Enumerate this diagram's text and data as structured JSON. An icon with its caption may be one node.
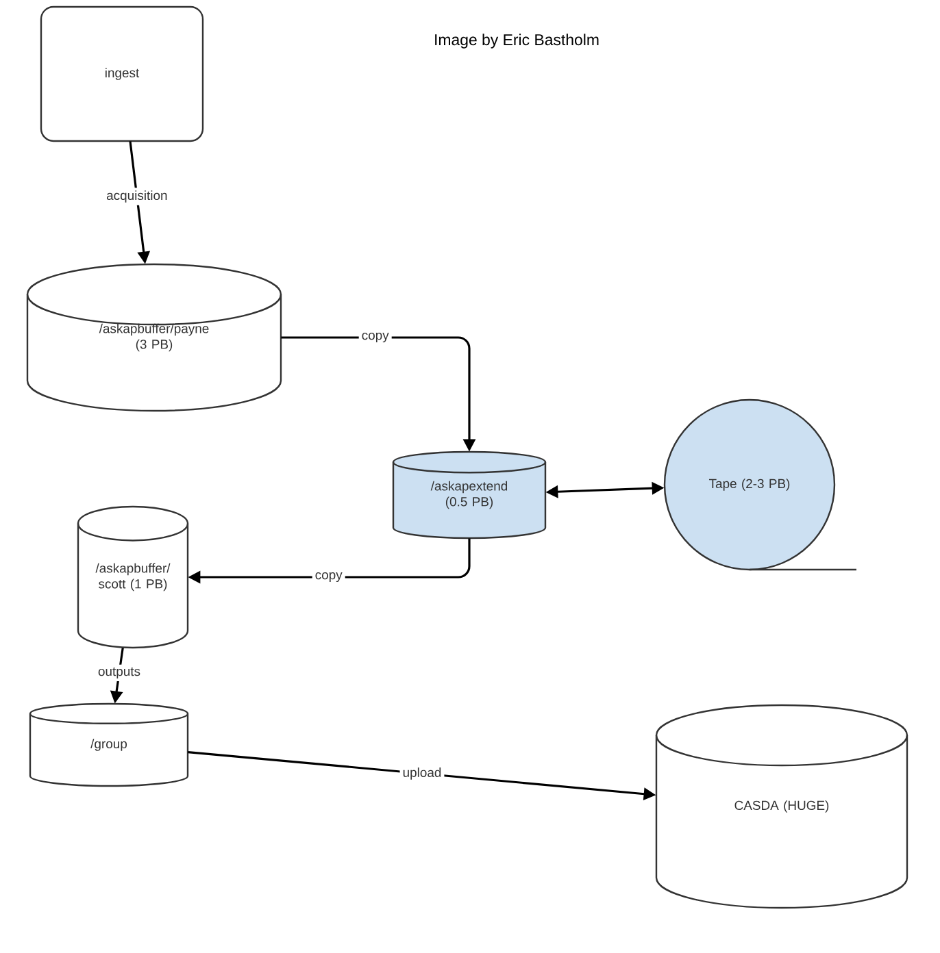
{
  "diagram": {
    "nodes": [
      {
        "text": [
          "ingest"
        ]
      },
      {
        "text": [
          "/askapbuffer/payne (3 PB)"
        ]
      },
      {
        "text": [
          "/askapextend (0.5 PB)"
        ]
      },
      {
        "text": [
          "Tape (2-3 PB)"
        ]
      },
      {
        "text": [
          "/askapbuffer/ scott (1 PB)"
        ]
      },
      {
        "text": [
          "/group"
        ]
      },
      {
        "text": [
          "CASDA (HUGE)"
        ]
      }
    ],
    "edges": [
      {
        "from": 0,
        "to": 1,
        "arrow": "to",
        "label": "acquisition"
      },
      {
        "from": 1,
        "to": 2,
        "arrow": "to",
        "label": "copy"
      },
      {
        "from": 2,
        "to": 3,
        "arrow": "both"
      },
      {
        "from": 2,
        "to": 4,
        "arrow": "to",
        "label": "copy"
      },
      {
        "from": 4,
        "to": 5,
        "arrow": "to",
        "label": "outputs"
      },
      {
        "from": 5,
        "to": 6,
        "arrow": "to",
        "label": "upload"
      }
    ],
    "labels": [
      "Image by Eric Bastholm"
    ]
  }
}
